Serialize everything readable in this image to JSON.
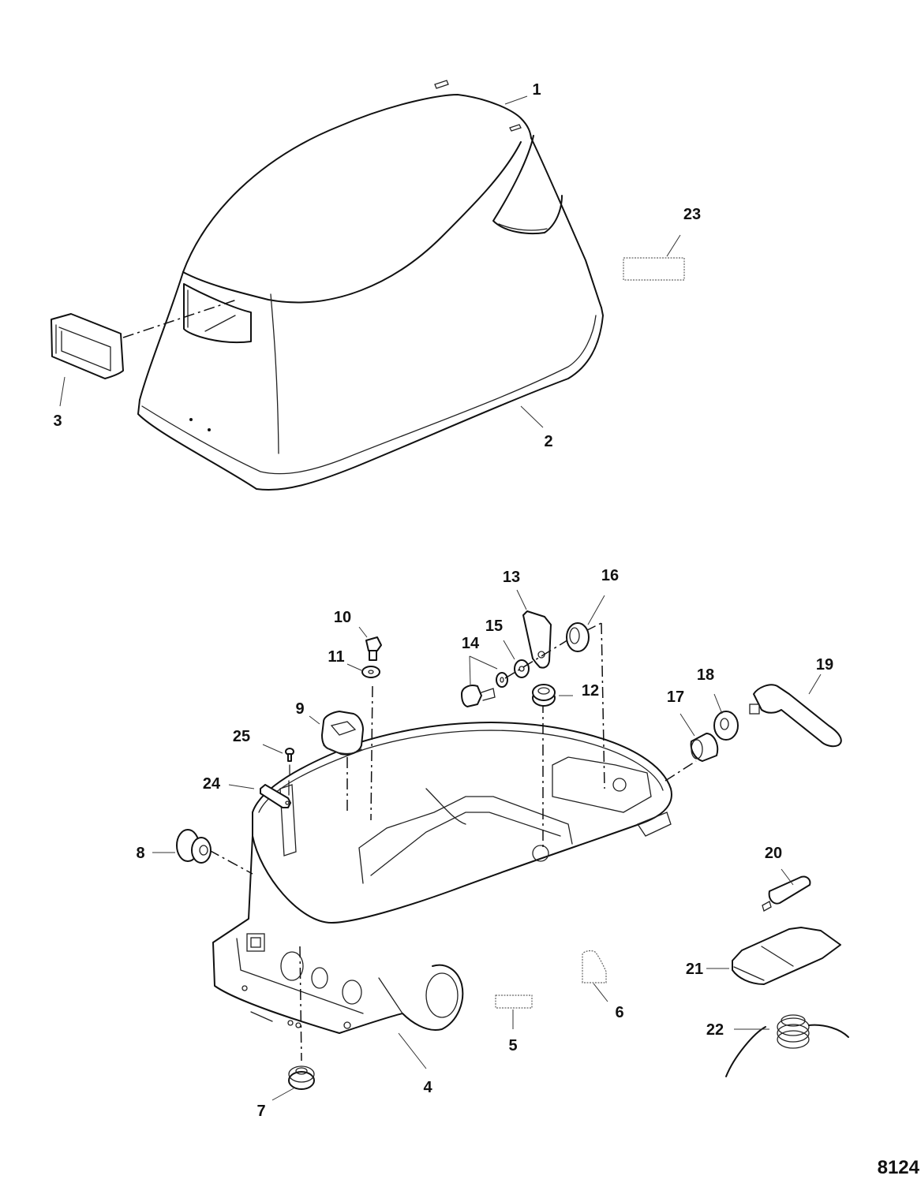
{
  "diagram": {
    "title": "Exploded parts view — top cowl and bottom cowl assembly",
    "figure_number": "8124",
    "line_color": "#111111",
    "background": "#ffffff",
    "callouts": [
      {
        "id": "1",
        "part": "top-cowl"
      },
      {
        "id": "2",
        "part": "cowl-seal-trim"
      },
      {
        "id": "3",
        "part": "air-intake-grommet"
      },
      {
        "id": "4",
        "part": "bottom-cowl"
      },
      {
        "id": "5",
        "part": "decal"
      },
      {
        "id": "6",
        "part": "decal-small"
      },
      {
        "id": "7",
        "part": "grommet-lower"
      },
      {
        "id": "8",
        "part": "grommet-side"
      },
      {
        "id": "9",
        "part": "grommet-square"
      },
      {
        "id": "10",
        "part": "screw"
      },
      {
        "id": "11",
        "part": "washer"
      },
      {
        "id": "12",
        "part": "grommet-center"
      },
      {
        "id": "13",
        "part": "latch-bracket"
      },
      {
        "id": "14",
        "part": "screw-and-lockwasher"
      },
      {
        "id": "15",
        "part": "washer-latch"
      },
      {
        "id": "16",
        "part": "retainer-ring"
      },
      {
        "id": "17",
        "part": "bushing"
      },
      {
        "id": "18",
        "part": "washer-lever"
      },
      {
        "id": "19",
        "part": "latch-lever"
      },
      {
        "id": "20",
        "part": "pin"
      },
      {
        "id": "21",
        "part": "pad"
      },
      {
        "id": "22",
        "part": "spring"
      },
      {
        "id": "23",
        "part": "decal-top"
      },
      {
        "id": "24",
        "part": "strap"
      },
      {
        "id": "25",
        "part": "screw-small"
      }
    ]
  }
}
